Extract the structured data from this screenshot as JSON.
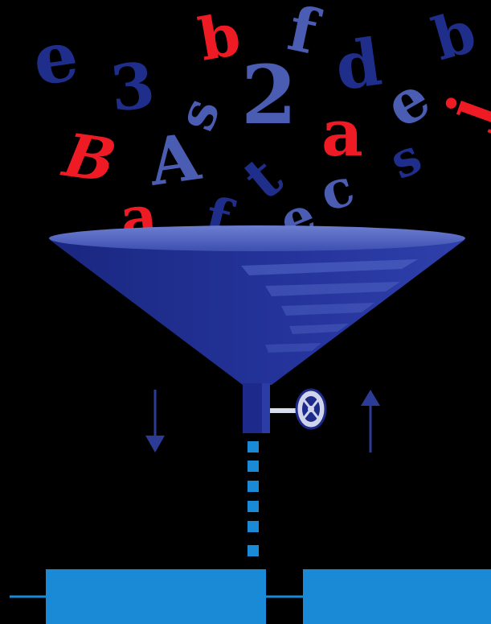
{
  "colors": {
    "background": "#000000",
    "funnel_dark": "#1d2a8c",
    "funnel_light": "#3f51b5",
    "rim": "#4f63c2",
    "red_letters": "#ef1b24",
    "blue_letters": "#2c3b96",
    "drip": "#1a8ad6",
    "blocks": "#1a8ad6"
  },
  "letters": [
    {
      "id": "e-top-left",
      "char": "e"
    },
    {
      "id": "three",
      "char": "3"
    },
    {
      "id": "b-red-top",
      "char": "b"
    },
    {
      "id": "f-top",
      "char": "f"
    },
    {
      "id": "two",
      "char": "2"
    },
    {
      "id": "s-small",
      "char": "s"
    },
    {
      "id": "d-top",
      "char": "d"
    },
    {
      "id": "b-top-right",
      "char": "b"
    },
    {
      "id": "e-right",
      "char": "e"
    },
    {
      "id": "j-red-right",
      "char": "j"
    },
    {
      "id": "a-red-mid",
      "char": "a"
    },
    {
      "id": "B-red-left",
      "char": "B"
    },
    {
      "id": "A-mid",
      "char": "A"
    },
    {
      "id": "s-right",
      "char": "s"
    },
    {
      "id": "c-mid",
      "char": "c"
    },
    {
      "id": "t-tilted",
      "char": "t"
    },
    {
      "id": "e-rim",
      "char": "e"
    },
    {
      "id": "f-rim",
      "char": "f"
    },
    {
      "id": "a-red-rim",
      "char": "a"
    }
  ],
  "icons": {
    "down_arrow": "arrow-down-icon",
    "up_arrow": "arrow-up-icon",
    "valve": "valve-wheel-icon",
    "funnel": "funnel-icon"
  }
}
